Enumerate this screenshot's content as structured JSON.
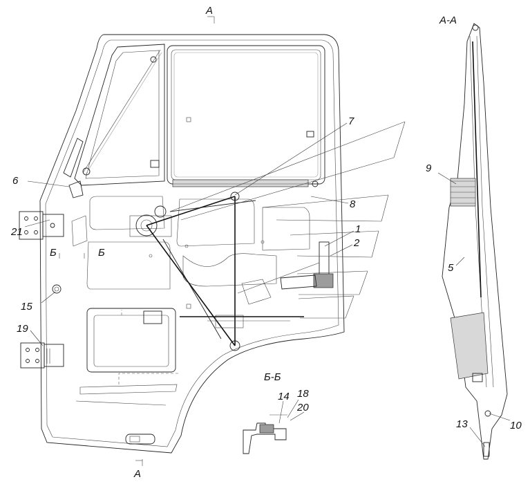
{
  "section_labels": {
    "top_a": "А",
    "bottom_a": "А",
    "b_left": "Б",
    "b_right": "Б",
    "view_aa": "А-А",
    "view_bb": "Б-Б"
  },
  "callouts": {
    "c1": "1",
    "c2": "2",
    "c5": "5",
    "c6": "6",
    "c7": "7",
    "c8": "8",
    "c9": "9",
    "c10": "10",
    "c13": "13",
    "c14": "14",
    "c15": "15",
    "c18": "18",
    "c19": "19",
    "c20": "20",
    "c21": "21"
  }
}
